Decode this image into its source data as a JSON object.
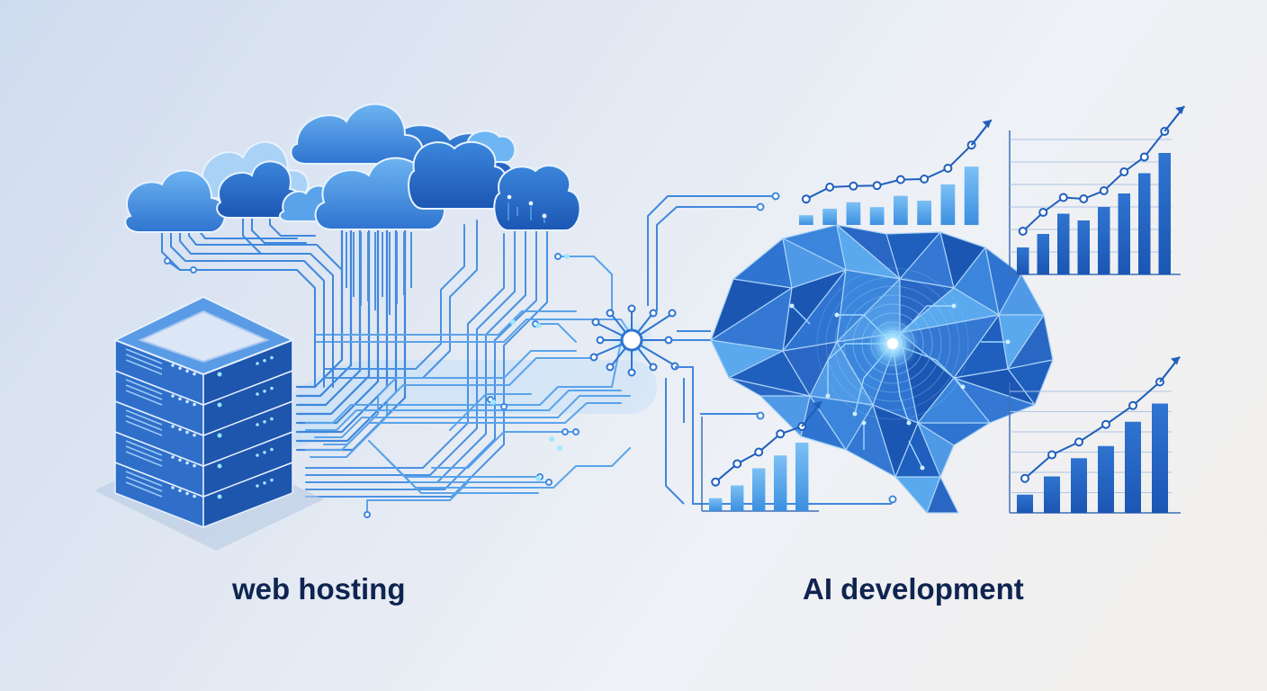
{
  "labels": {
    "left": "web hosting",
    "right": "AI development"
  },
  "colors": {
    "navy_text": "#0f2450",
    "brand_blue": "#2f74d0",
    "deep_blue": "#1b56b3",
    "light_blue": "#5aa9ee",
    "glow": "#9fe0ff"
  },
  "icons": [
    "cloud-icon",
    "server-stack-icon",
    "circuit-trace-icon",
    "network-hub-icon",
    "brain-icon",
    "bar-chart-icon",
    "trend-arrow-icon"
  ],
  "charts": {
    "top_left_bars": [
      0.12,
      0.2,
      0.28,
      0.22,
      0.36,
      0.3,
      0.5,
      0.72
    ],
    "top_right_bars": [
      0.2,
      0.3,
      0.45,
      0.4,
      0.5,
      0.6,
      0.75,
      0.9
    ],
    "bottom_left_bars": [
      0.15,
      0.3,
      0.5,
      0.65,
      0.8
    ],
    "bottom_right_bars": [
      0.15,
      0.3,
      0.45,
      0.55,
      0.75,
      0.9
    ]
  }
}
